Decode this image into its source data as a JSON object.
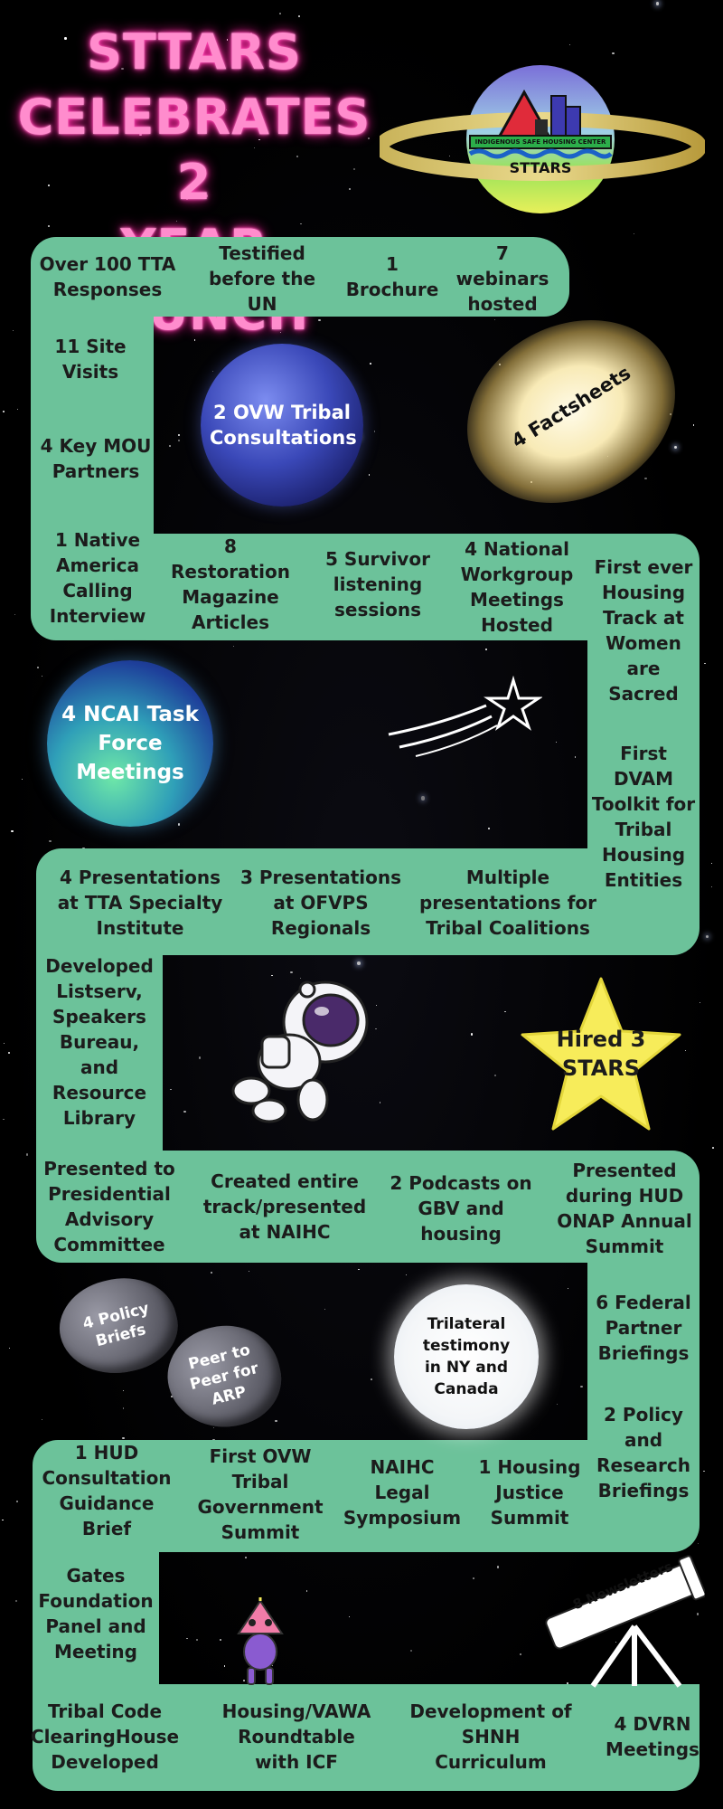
{
  "title": {
    "line1": "STTARS",
    "line2": "CELEBRATES 2",
    "line3": "YEAR LAUNCH"
  },
  "logo": {
    "banner": "INDIGENOUS SAFE HOUSING CENTER",
    "name": "STTARS"
  },
  "row1": [
    "Over 100 TTA Responses",
    "Testified before the UN",
    "1 Brochure",
    "7 webinars hosted"
  ],
  "left1": [
    "11 Site Visits",
    "4 Key MOU Partners"
  ],
  "planet_ovw": "2 OVW Tribal Consultations",
  "galaxy": "4 Factsheets",
  "row2": [
    "1 Native America Calling Interview",
    "8 Restoration Magazine Articles",
    "5 Survivor listening sessions",
    "4 National Workgroup Meetings Hosted"
  ],
  "right1": [
    "First ever Housing Track at Women are Sacred",
    "First DVAM Toolkit for Tribal Housing Entities"
  ],
  "planet_ncai": "4 NCAI Task Force Meetings",
  "row3": [
    "4 Presentations at TTA Specialty Institute",
    "3 Presentations at OFVPS Regionals",
    "Multiple presentations for Tribal Coalitions"
  ],
  "left2": "Developed Listserv, Speakers Bureau, and Resource Library",
  "star_badge": "Hired 3 STARS",
  "row4": [
    "Presented to Presidential Advisory Committee",
    "Created entire track/presented at NAIHC",
    "2 Podcasts on GBV and housing",
    "Presented during HUD ONAP Annual Summit"
  ],
  "rocks": [
    "4 Policy Briefs",
    "Peer to Peer for ARP"
  ],
  "moon": "Trilateral testimony in NY and Canada",
  "right2": [
    "6 Federal Partner Briefings",
    "2 Policy and Research Briefings"
  ],
  "row5": [
    "1 HUD Consultation Guidance Brief",
    "First OVW Tribal Government Summit",
    "NAIHC Legal Symposium",
    "1 Housing Justice Summit"
  ],
  "left3": "Gates Foundation Panel and Meeting",
  "telescope": "8 Newsletters",
  "row6": [
    "Tribal Code ClearingHouse Developed",
    "Housing/VAWA Roundtable with ICF",
    "Development of SHNH Curriculum",
    "4 DVRN Meetings"
  ],
  "colors": {
    "band": "#6cc29a",
    "neon": "#ff8ccd",
    "badge": "#f7ec5a"
  }
}
